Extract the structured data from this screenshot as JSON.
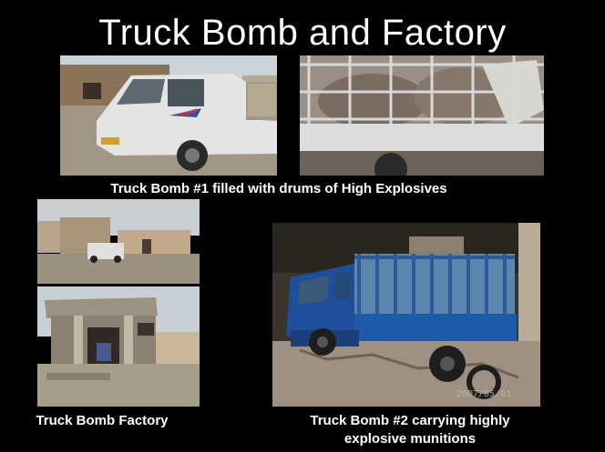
{
  "slide": {
    "title": "Truck Bomb and Factory"
  },
  "captions": {
    "truck1": "Truck Bomb #1 filled with drums of High Explosives",
    "factory": "Truck Bomb Factory",
    "truck2_line1": "Truck Bomb #2 carrying highly",
    "truck2_line2": "explosive munitions"
  },
  "photo_stamp": {
    "date": "2007/05/01"
  }
}
